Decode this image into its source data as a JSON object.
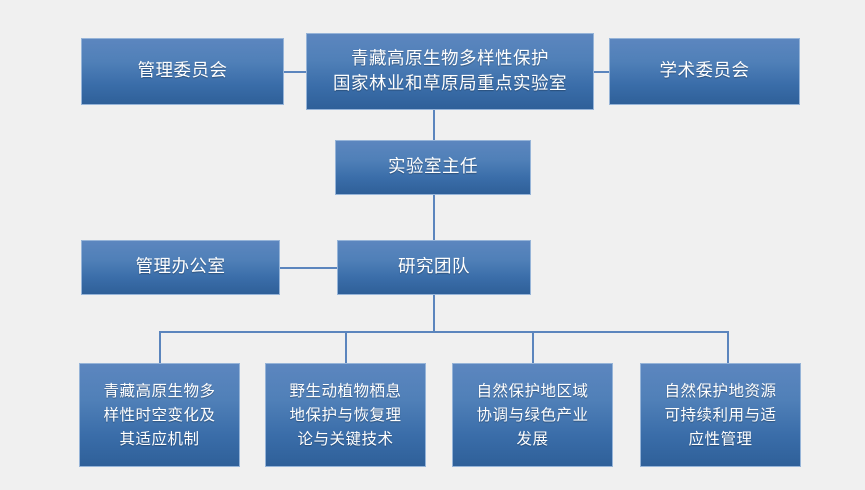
{
  "diagram": {
    "title_center": "青藏高原生物多样性保护\n国家林业和草原局重点实验室",
    "left_top": "管理委员会",
    "right_top": "学术委员会",
    "director": "实验室主任",
    "admin_office": "管理办公室",
    "research_team": "研究团队",
    "teams": [
      {
        "label": "青藏高原生物多\n样性时空变化及\n其适应机制"
      },
      {
        "label": "野生动植物栖息\n地保护与恢复理\n论与关键技术"
      },
      {
        "label": "自然保护地区域\n协调与绿色产业\n发展"
      },
      {
        "label": "自然保护地资源\n可持续利用与适\n应性管理"
      }
    ]
  },
  "colors": {
    "background": "#f0f0f0",
    "box_top": "#5c86bf",
    "box_bottom": "#2f6099",
    "box_border": "#96b4d8",
    "connector": "#5b85bd",
    "text": "#ffffff"
  }
}
